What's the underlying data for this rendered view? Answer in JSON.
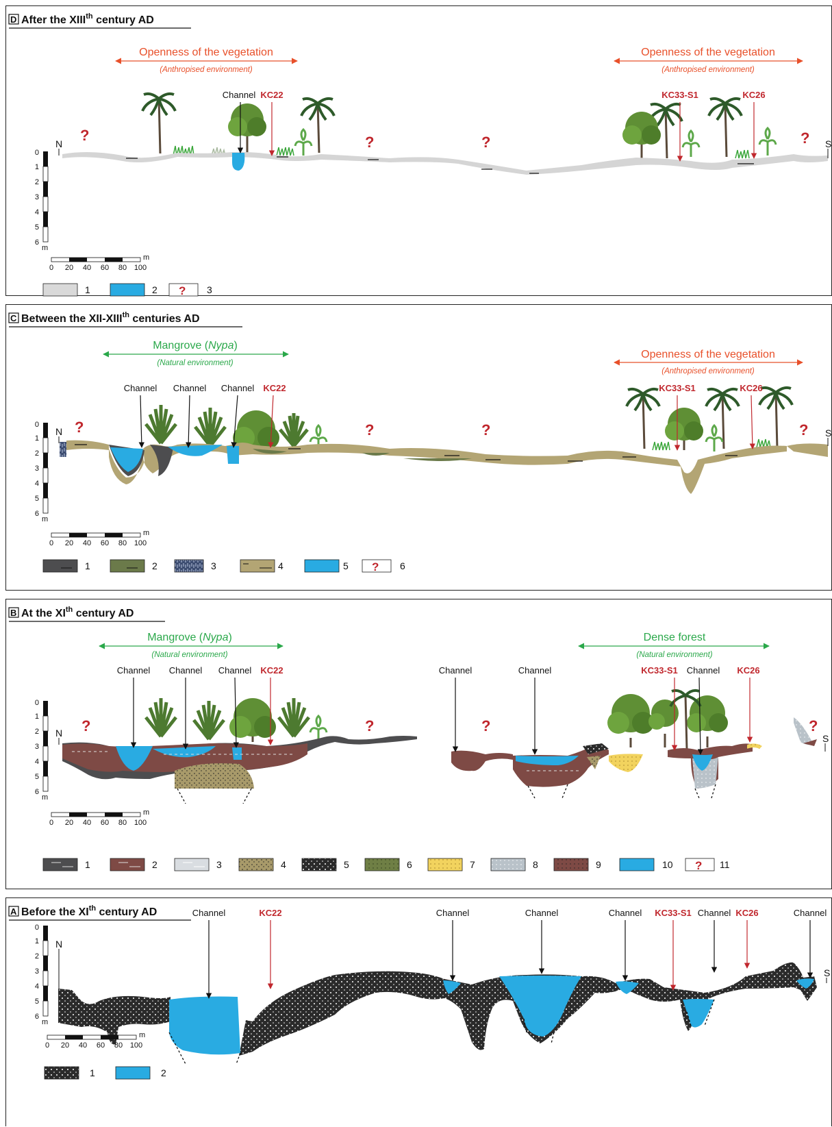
{
  "panels": {
    "D": {
      "letter": "D",
      "title_pre": "After the XIII",
      "title_sup": "th",
      "title_post": " century AD",
      "env_left": {
        "title": "Openness of the vegetation",
        "sub": "(Anthropised environment)"
      },
      "env_right": {
        "title": "Openness of the vegetation",
        "sub": "(Anthropised environment)"
      },
      "labels": {
        "channel": "Channel",
        "kc22": "KC22",
        "kc33": "KC33-S1",
        "kc26": "KC26"
      },
      "north": "N",
      "south": "S",
      "legend": [
        "1",
        "2",
        "3"
      ]
    },
    "C": {
      "letter": "C",
      "title_pre": "Between the XII-XIII",
      "title_sup": "th",
      "title_post": " centuries AD",
      "env_left": {
        "title_pre": "Mangrove (",
        "title_it": "Nypa",
        "title_post": ")",
        "sub": "(Natural environment)"
      },
      "env_right": {
        "title": "Openness of the vegetation",
        "sub": "(Anthropised environment)"
      },
      "labels": {
        "channel": "Channel",
        "kc22": "KC22",
        "kc33": "KC33-S1",
        "kc26": "KC26"
      },
      "north": "N",
      "south": "S",
      "legend": [
        "1",
        "2",
        "3",
        "4",
        "5",
        "6"
      ]
    },
    "B": {
      "letter": "B",
      "title_pre": "At the XI",
      "title_sup": "th",
      "title_post": " century AD",
      "env_left": {
        "title_pre": "Mangrove (",
        "title_it": "Nypa",
        "title_post": ")",
        "sub": "(Natural environment)"
      },
      "env_right": {
        "title": "Dense forest",
        "sub": "(Natural environment)"
      },
      "labels": {
        "channel": "Channel",
        "kc22": "KC22",
        "kc33": "KC33-S1",
        "kc26": "KC26"
      },
      "north": "N",
      "south": "S",
      "legend": [
        "1",
        "2",
        "3",
        "4",
        "5",
        "6",
        "7",
        "8",
        "9",
        "10",
        "11"
      ]
    },
    "A": {
      "letter": "A",
      "title_pre": "Before the XI",
      "title_sup": "th",
      "title_post": " century AD",
      "labels": {
        "channel": "Channel",
        "kc22": "KC22",
        "kc33": "KC33-S1",
        "kc26": "KC26"
      },
      "north": "N",
      "south": "S",
      "legend": [
        "1",
        "2"
      ]
    }
  },
  "depth_ticks": [
    "0",
    "1",
    "2",
    "3",
    "4",
    "5",
    "6"
  ],
  "depth_unit": "m",
  "scale_ticks": [
    "0",
    "20",
    "40",
    "60",
    "80",
    "100"
  ],
  "scale_unit": "m",
  "question_mark": "?",
  "colors": {
    "water": "#29abe2",
    "gray_fill": "#d9d9d9",
    "dark_clay": "#4d4d4f",
    "green_clay": "#6b7a4a",
    "sand_tan": "#b5a775",
    "brown_clay": "#7e4a45",
    "yellow_sand": "#f2d35e",
    "black_sand": "#333333",
    "red_accent": "#c0272d",
    "orange_accent": "#e8502a",
    "green_accent": "#2aa84a"
  }
}
